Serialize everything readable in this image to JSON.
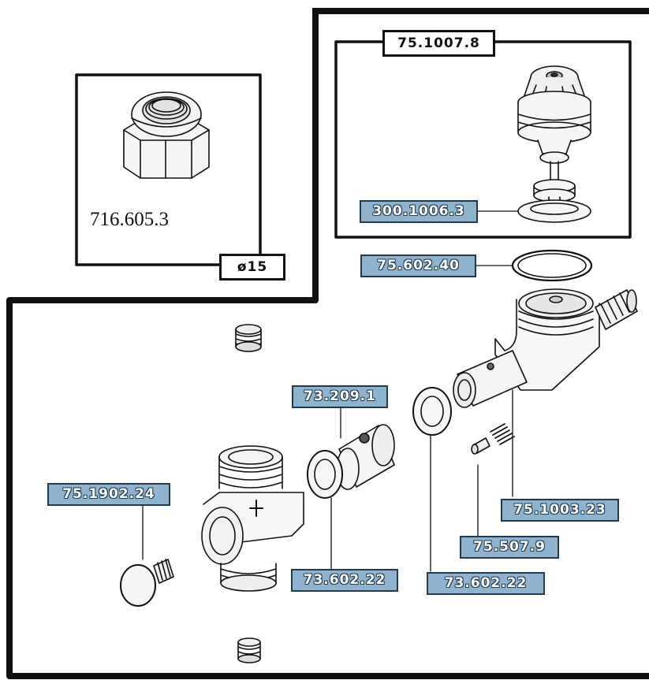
{
  "insets": {
    "nut": {
      "part_code": "716.605.3",
      "size_label": "ø15"
    },
    "valve_group": {
      "assembly_code": "75.1007.8",
      "poppet_code": "300.1006.3"
    }
  },
  "callouts": {
    "oring_top": "75.602.40",
    "sleeve": "73.209.1",
    "drain_plug": "75.1902.24",
    "spring": "75.1003.23",
    "pin": "75.507.9",
    "seal_left": "73.602.22",
    "seal_right": "73.602.22"
  },
  "colors": {
    "label_fill": "#8fb3cc",
    "label_border": "#1f3b52",
    "line": "#111111"
  }
}
